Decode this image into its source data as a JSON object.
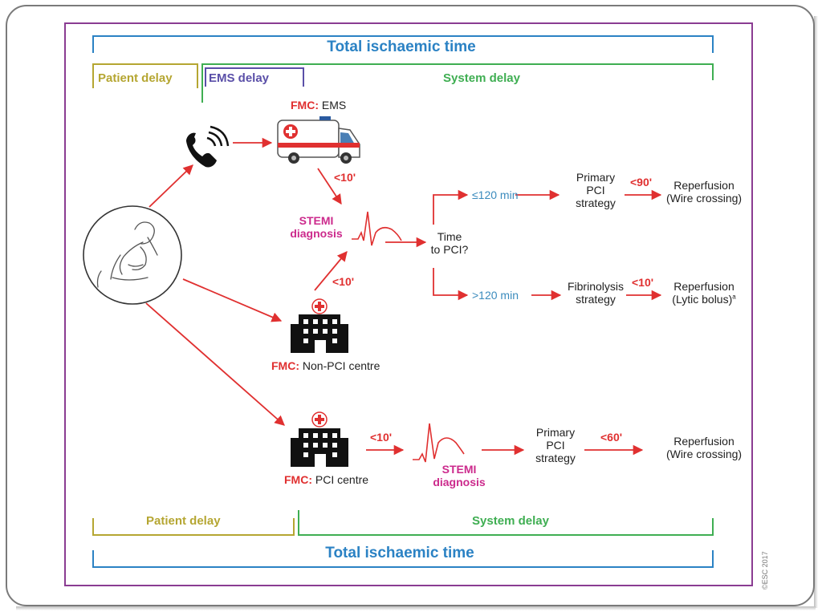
{
  "header": {
    "top_total": "Total ischaemic time",
    "patient_delay_top": "Patient delay",
    "ems_delay": "EMS delay",
    "system_delay_top": "System delay"
  },
  "footer": {
    "patient_delay_bottom": "Patient delay",
    "system_delay_bottom": "System delay",
    "bottom_total": "Total ischaemic time"
  },
  "ems_path": {
    "fmc_prefix": "FMC:",
    "fmc_place": "EMS",
    "to_dx_time": "<10'",
    "stemi_line1": "STEMI",
    "stemi_line2": "diagnosis"
  },
  "nonpci_path": {
    "to_dx_time": "<10'",
    "fmc_prefix": "FMC:",
    "fmc_place": "Non-PCI centre"
  },
  "decision": {
    "line1": "Time",
    "line2": "to PCI?",
    "upper_branch": "≤120 min",
    "lower_branch": ">120 min"
  },
  "upper_outcome": {
    "strategy_line1": "Primary",
    "strategy_line2": "PCI",
    "strategy_line3": "strategy",
    "time": "<90'",
    "result_line1": "Reperfusion",
    "result_line2": "(Wire crossing)"
  },
  "lower_outcome": {
    "strategy_line1": "Fibrinolysis",
    "strategy_line2": "strategy",
    "time": "<10'",
    "result_line1": "Reperfusion",
    "result_line2": "(Lytic bolus)",
    "result_superscript": "a"
  },
  "pci_path": {
    "fmc_prefix": "FMC:",
    "fmc_place": "PCI centre",
    "to_dx_time": "<10'",
    "stemi_line1": "STEMI",
    "stemi_line2": "diagnosis",
    "strategy_line1": "Primary",
    "strategy_line2": "PCI",
    "strategy_line3": "strategy",
    "time": "<60'",
    "result_line1": "Reperfusion",
    "result_line2": "(Wire crossing)"
  },
  "copyright": "©ESC 2017",
  "colors": {
    "total_blue": "#2b82c4",
    "patient_olive": "#b5a632",
    "ems_purple": "#5a4fa8",
    "system_green": "#3fae52",
    "arrow_red": "#e03030",
    "stemi_magenta": "#cc2a8c",
    "frame_purple": "#8a3c92"
  },
  "icons": [
    "phone-icon",
    "ambulance-icon",
    "patient-chest-pain-icon",
    "hospital-icon",
    "ecg-trace-icon"
  ]
}
